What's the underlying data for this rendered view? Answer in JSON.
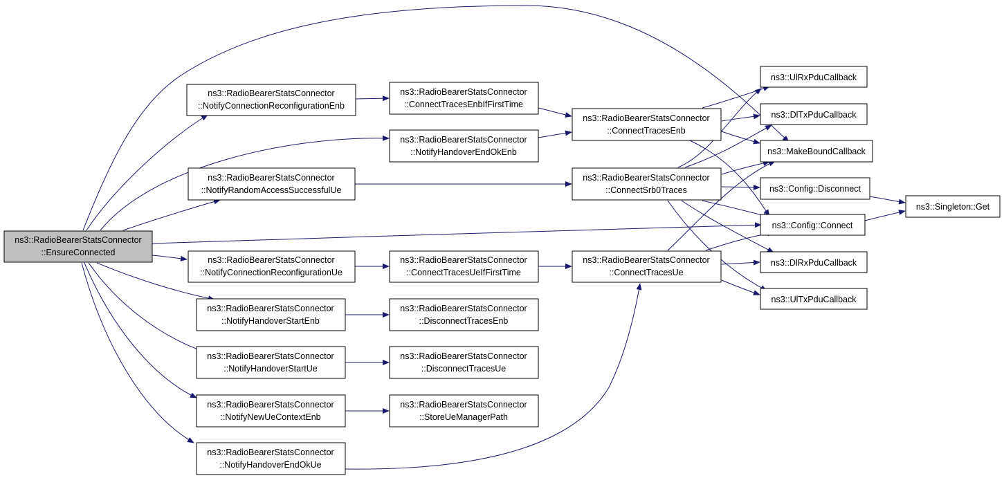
{
  "colors": {
    "edge": "#191970",
    "root_fill": "#bfbfbf",
    "node_fill": "#ffffff",
    "border": "#000000"
  },
  "nodes": {
    "ensure": {
      "line1": "ns3::RadioBearerStatsConnector",
      "line2": "::EnsureConnected"
    },
    "notifyConnRecEnb": {
      "line1": "ns3::RadioBearerStatsConnector",
      "line2": "::NotifyConnectionReconfigurationEnb"
    },
    "notifyHoEndEnb": {
      "line1": "ns3::RadioBearerStatsConnector",
      "line2": "::NotifyHandoverEndOkEnb"
    },
    "notifyRandomAcc": {
      "line1": "ns3::RadioBearerStatsConnector",
      "line2": "::NotifyRandomAccessSuccessfulUe"
    },
    "notifyConnRecUe": {
      "line1": "ns3::RadioBearerStatsConnector",
      "line2": "::NotifyConnectionReconfigurationUe"
    },
    "notifyHoStartEnb": {
      "line1": "ns3::RadioBearerStatsConnector",
      "line2": "::NotifyHandoverStartEnb"
    },
    "notifyHoStartUe": {
      "line1": "ns3::RadioBearerStatsConnector",
      "line2": "::NotifyHandoverStartUe"
    },
    "notifyNewUe": {
      "line1": "ns3::RadioBearerStatsConnector",
      "line2": "::NotifyNewUeContextEnb"
    },
    "notifyHoEndUe": {
      "line1": "ns3::RadioBearerStatsConnector",
      "line2": "::NotifyHandoverEndOkUe"
    },
    "connectEnbIf": {
      "line1": "ns3::RadioBearerStatsConnector",
      "line2": "::ConnectTracesEnbIfFirstTime"
    },
    "connectUeIf": {
      "line1": "ns3::RadioBearerStatsConnector",
      "line2": "::ConnectTracesUeIfFirstTime"
    },
    "disconnectEnb": {
      "line1": "ns3::RadioBearerStatsConnector",
      "line2": "::DisconnectTracesEnb"
    },
    "disconnectUe": {
      "line1": "ns3::RadioBearerStatsConnector",
      "line2": "::DisconnectTracesUe"
    },
    "storeUe": {
      "line1": "ns3::RadioBearerStatsConnector",
      "line2": "::StoreUeManagerPath"
    },
    "connectEnb": {
      "line1": "ns3::RadioBearerStatsConnector",
      "line2": "::ConnectTracesEnb"
    },
    "connectSrb0": {
      "line1": "ns3::RadioBearerStatsConnector",
      "line2": "::ConnectSrb0Traces"
    },
    "connectUe": {
      "line1": "ns3::RadioBearerStatsConnector",
      "line2": "::ConnectTracesUe"
    },
    "ulRx": {
      "line1": "ns3::UlRxPduCallback"
    },
    "dlTx": {
      "line1": "ns3::DlTxPduCallback"
    },
    "makeBound": {
      "line1": "ns3::MakeBoundCallback"
    },
    "cfgDisconnect": {
      "line1": "ns3::Config::Disconnect"
    },
    "cfgConnect": {
      "line1": "ns3::Config::Connect"
    },
    "dlRx": {
      "line1": "ns3::DlRxPduCallback"
    },
    "ulTx": {
      "line1": "ns3::UlTxPduCallback"
    },
    "singleton": {
      "line1": "ns3::Singleton::Get"
    }
  }
}
